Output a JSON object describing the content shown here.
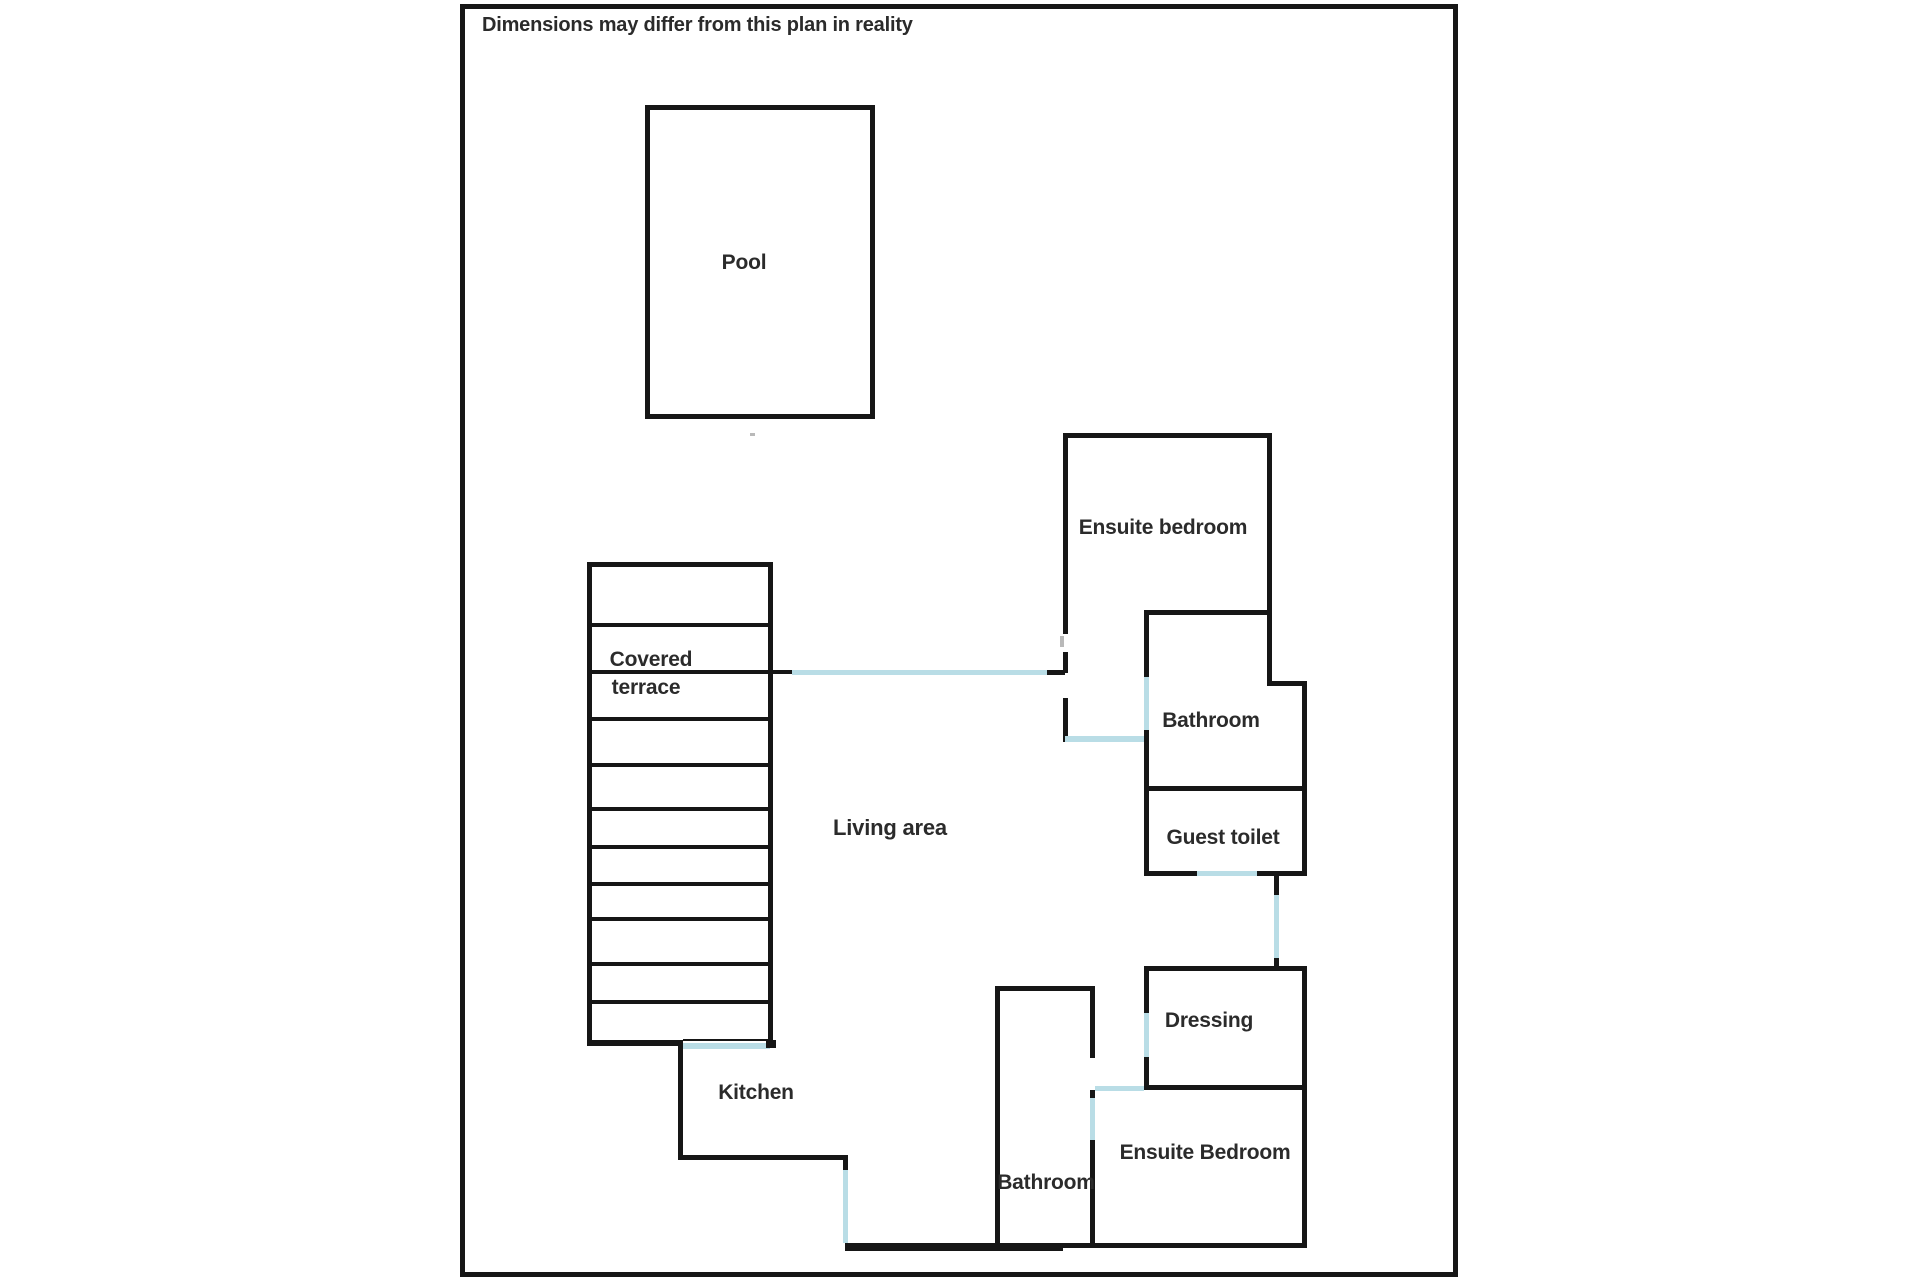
{
  "title": "Dimensions may differ from this plan in reality",
  "colors": {
    "wall": "#161616",
    "door_opening": "#b9dde6",
    "text": "#2b2b2b",
    "background": "#ffffff"
  },
  "rooms": {
    "pool": "Pool",
    "terrace_line1": "Covered",
    "terrace_line2": "terrace",
    "living": "Living area",
    "ensuite_top": "Ensuite bedroom",
    "bathroom_top": "Bathroom",
    "guest_toilet": "Guest toilet",
    "dressing": "Dressing",
    "kitchen": "Kitchen",
    "bathroom_bottom": "Bathroom",
    "ensuite_bottom": "Ensuite Bedroom"
  }
}
